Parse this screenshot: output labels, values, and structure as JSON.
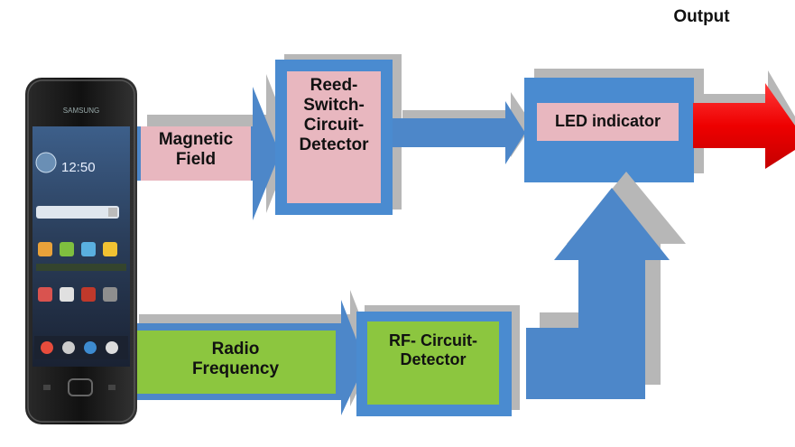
{
  "diagram": {
    "output_label": "Output",
    "magnetic_field": [
      "Magnetic",
      "Field"
    ],
    "reed_switch": [
      "Reed-",
      "Switch-",
      "Circuit-",
      "Detector"
    ],
    "led_indicator": "LED indicator",
    "radio_frequency": [
      "Radio",
      "Frequency"
    ],
    "rf_detector": [
      "RF- Circuit-",
      "Detector"
    ]
  },
  "phone": {
    "brand": "SAMSUNG",
    "clock": "12:50"
  },
  "colors": {
    "arrow_blue": "#4d87c9",
    "box_blue": "#4a8bd0",
    "box_pink": "#e8b7bf",
    "box_green": "#8cc63f",
    "output_red": "#ee1111",
    "shadow_grey": "#b7b7b7"
  }
}
